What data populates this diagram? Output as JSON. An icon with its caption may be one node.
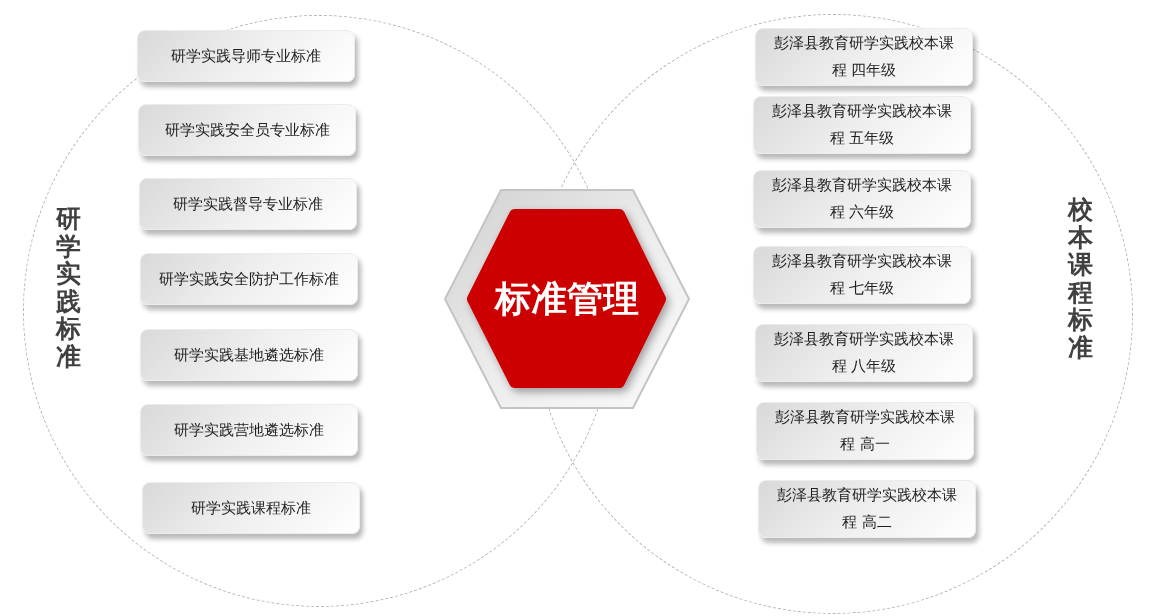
{
  "diagram": {
    "nodes": [
      {
        "text": [
          "研学实践标准"
        ]
      },
      {
        "text": [
          "研学实践导师专业标准"
        ],
        "in": 0
      },
      {
        "text": [
          "研学实践安全员专业标准"
        ],
        "in": 0
      },
      {
        "text": [
          "研学实践督导专业标准"
        ],
        "in": 0
      },
      {
        "text": [
          "研学实践安全防护工作标准"
        ],
        "in": 0
      },
      {
        "text": [
          "研学实践基地遴选标准"
        ],
        "in": 0
      },
      {
        "text": [
          "研学实践营地遴选标准"
        ],
        "in": 0
      },
      {
        "text": [
          "研学实践课程标准"
        ],
        "in": 0
      },
      {
        "text": [
          "标准管理"
        ]
      },
      {
        "text": [
          "校本课程标准"
        ]
      },
      {
        "text": [
          "彭泽县教育研学实践校本课程 四年级"
        ],
        "in": 9
      },
      {
        "text": [
          "彭泽县教育研学实践校本课程 五年级"
        ],
        "in": 9
      },
      {
        "text": [
          "彭泽县教育研学实践校本课程 六年级"
        ],
        "in": 9
      },
      {
        "text": [
          "彭泽县教育研学实践校本课程 七年级"
        ],
        "in": 9
      },
      {
        "text": [
          "彭泽县教育研学实践校本课程 八年级"
        ],
        "in": 9
      },
      {
        "text": [
          "彭泽县教育研学实践校本课程 高一"
        ],
        "in": 9
      },
      {
        "text": [
          "彭泽县教育研学实践校本课程 高二"
        ],
        "in": 9
      }
    ]
  }
}
